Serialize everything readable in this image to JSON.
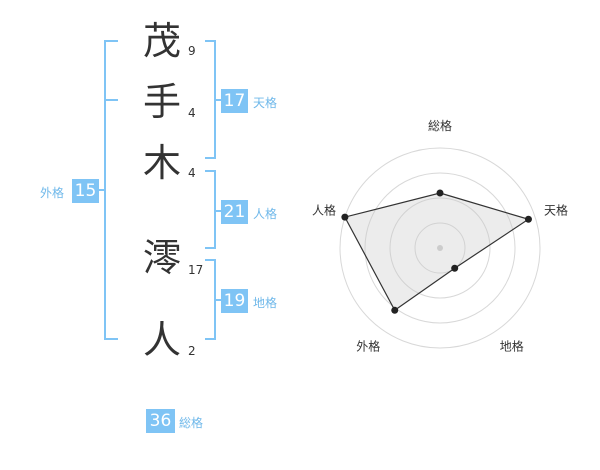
{
  "name": {
    "characters": [
      {
        "char": "茂",
        "strokes": "9"
      },
      {
        "char": "手",
        "strokes": "4"
      },
      {
        "char": "木",
        "strokes": "4"
      },
      {
        "char": "澪",
        "strokes": "17"
      },
      {
        "char": "人",
        "strokes": "2"
      }
    ]
  },
  "fortune": {
    "tenkaku": {
      "value": "17",
      "label": "天格"
    },
    "jinkaku": {
      "value": "21",
      "label": "人格"
    },
    "chikaku": {
      "value": "19",
      "label": "地格"
    },
    "gaikaku": {
      "value": "15",
      "label": "外格"
    },
    "soukaku": {
      "value": "36",
      "label": "総格"
    }
  },
  "colors": {
    "bracket": "#7fc4f5",
    "badge": "#7fc4f5",
    "label": "#6fb8ea",
    "text": "#333333"
  },
  "chart_data": {
    "type": "radar",
    "axes": [
      "総格",
      "天格",
      "地格",
      "外格",
      "人格"
    ],
    "values": [
      0.55,
      0.93,
      0.25,
      0.77,
      1.0
    ],
    "range": [
      0,
      1
    ],
    "rings": 4
  }
}
